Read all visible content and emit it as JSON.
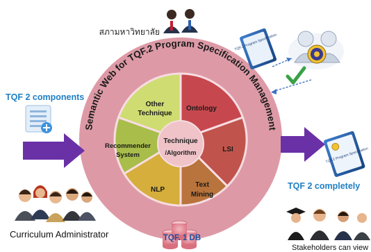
{
  "ring_title": "Semantic Web for TQF.2 Program Specification Management",
  "thai_label": "สภามหาวิทยาลัย",
  "input_label": "TQF 2 components",
  "output_label": "TQF 2 completely",
  "admin_label": "Curriculum Administrator",
  "stakeholder_label": "Stakeholders can view",
  "db_label": "TQF. 1 DB",
  "book_label_top": "TQF.2 Program Specification",
  "book_label_right": "TQF.2 Program Specification",
  "hub": {
    "line1": "Technique",
    "line2": "/Algorithm"
  },
  "segments": {
    "ontology": "Ontology",
    "lsi": "LSI",
    "text_mining_1": "Text",
    "text_mining_2": "Mining",
    "nlp": "NLP",
    "recommender_1": "Recommender",
    "recommender_2": "System",
    "other_1": "Other",
    "other_2": "Technique"
  },
  "colors": {
    "ring": "#dd9aa6",
    "ontology": "#c6484e",
    "lsi": "#c0544c",
    "text_mining": "#b8743c",
    "nlp": "#d5ae3c",
    "recommender": "#a8bd4a",
    "other": "#cfdc72",
    "hub": "#efc3c8",
    "arrow": "#6a30a6",
    "label_blue": "#1f7fc4"
  }
}
